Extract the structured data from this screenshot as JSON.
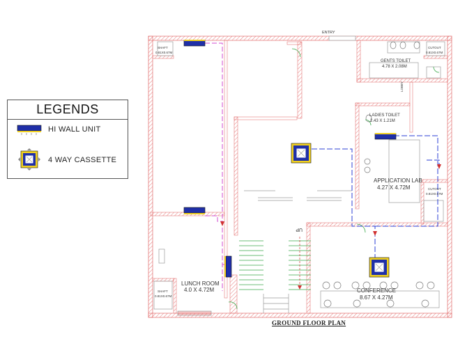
{
  "legend": {
    "title": "LEGENDS",
    "items": [
      {
        "label": "HI WALL UNIT",
        "icon": "hi-wall-unit-icon"
      },
      {
        "label": "4 WAY CASSETTE",
        "icon": "4-way-cassette-icon"
      }
    ]
  },
  "plan": {
    "title": "GROUND FLOOR PLAN",
    "labels": {
      "entry": "ENTRY",
      "shaft_top_name": "SHAFT",
      "shaft_top_dim": "0.81X0.67M",
      "cutout_top_name": "CUTOUT",
      "cutout_top_dim": "0.81X0.67M",
      "gents_name": "GENTS TOILET",
      "gents_dim": "4.78 X 2.08M",
      "ladies_name": "LADIES TOILET",
      "ladies_dim": "2.43 X 1.21M",
      "app_lab_name": "APPLICATION LAB",
      "app_lab_dim": "4.27 X 4.72M",
      "cutout_mid_name": "CUTOUT",
      "cutout_mid_dim": "0.81X0.67M",
      "lunch_name": "LUNCH ROOM",
      "lunch_dim": "4.0 X 4.72M",
      "shaft_bot_name": "SHAFT",
      "shaft_bot_dim": "0.81X0.67M",
      "conference_name": "CONFERENCE",
      "conference_dim": "8.67 X 4.27M",
      "up": "UP",
      "vertical_label": "LOBBY"
    }
  },
  "colors": {
    "wall": "#e57a7a",
    "duct_blue": "#2b3fd6",
    "pipe_magenta": "#d24bd2",
    "stair_green": "#3aa84a",
    "unit_blue": "#1f2fa8",
    "unit_yellow": "#f0d020",
    "door_green": "#3aa84a"
  }
}
